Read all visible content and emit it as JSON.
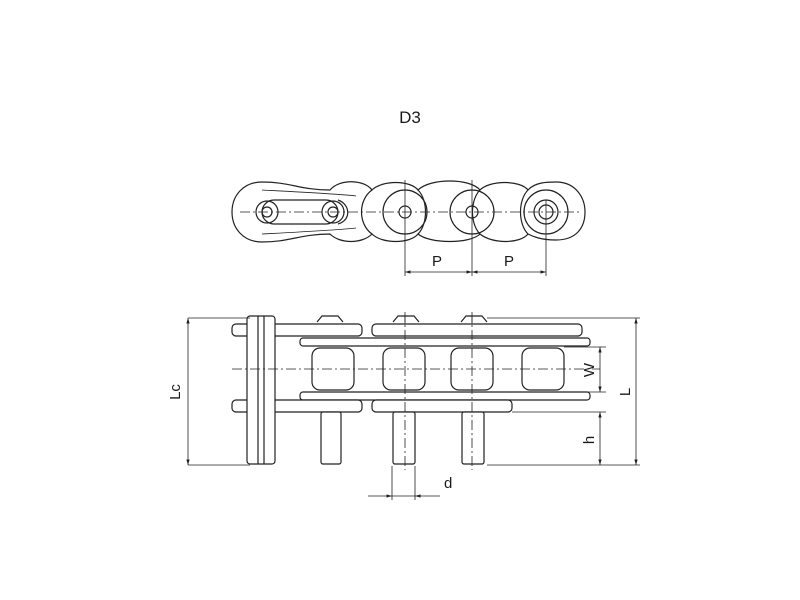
{
  "title": "D3",
  "labels": {
    "pitch_1": "P",
    "pitch_2": "P",
    "inner_width": "W",
    "overall_length": "L",
    "connecting_pin_length": "Lc",
    "pin_extension": "h",
    "pin_diameter": "d"
  }
}
